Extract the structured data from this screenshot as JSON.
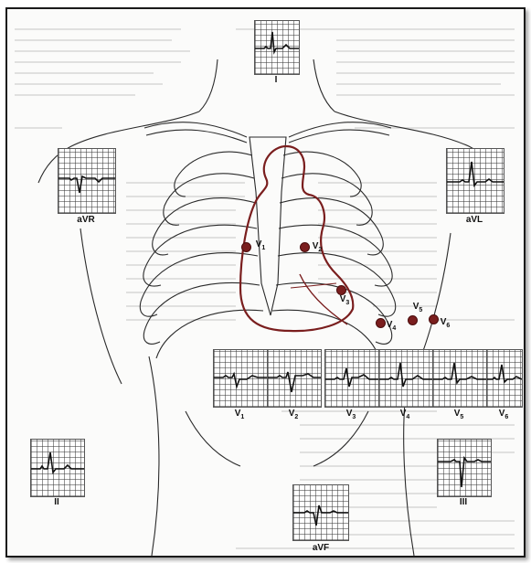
{
  "colors": {
    "heart_outline": "#7a1e1e",
    "electrode": "#7a1e1e",
    "body_lines": "#2a2a2a"
  },
  "limb_leads": {
    "I": "I",
    "aVR": "aVR",
    "aVL": "aVL",
    "II": "II",
    "III": "III",
    "aVF": "aVF"
  },
  "precordial_electrodes": {
    "v1": {
      "letter": "V",
      "sub": "1"
    },
    "v2": {
      "letter": "V",
      "sub": "2"
    },
    "v3": {
      "letter": "V",
      "sub": "3"
    },
    "v4": {
      "letter": "V",
      "sub": "4"
    },
    "v5": {
      "letter": "V",
      "sub": "5"
    },
    "v6": {
      "letter": "V",
      "sub": "6"
    }
  },
  "precordial_strips": {
    "v1": {
      "letter": "V",
      "sub": "1"
    },
    "v2": {
      "letter": "V",
      "sub": "2"
    },
    "v3": {
      "letter": "V",
      "sub": "3"
    },
    "v4": {
      "letter": "V",
      "sub": "4"
    },
    "v5": {
      "letter": "V",
      "sub": "5"
    },
    "v6": {
      "letter": "V",
      "sub": "6"
    }
  }
}
